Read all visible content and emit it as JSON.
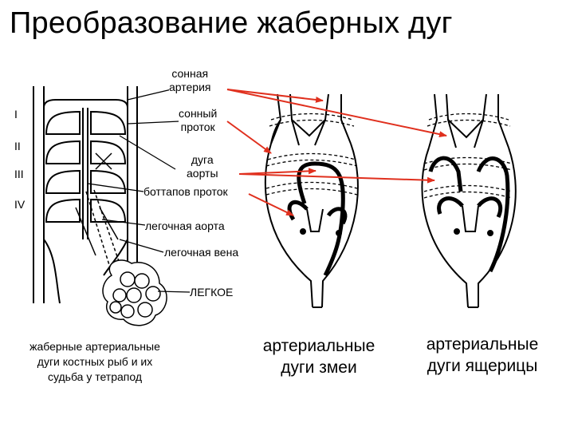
{
  "title": "Преобразование жаберных дуг",
  "labels": {
    "carotid_artery": [
      "сонная",
      "артерия"
    ],
    "carotid_duct": [
      "сонный",
      "проток"
    ],
    "aortic_arch": [
      "дуга",
      "аорты"
    ],
    "botallo_duct": "боттапов проток",
    "pulmonary_aorta": "легочная аорта",
    "pulmonary_vein": "легочная вена",
    "lung": "ЛЕГКОЕ"
  },
  "roman_numerals": [
    "I",
    "II",
    "III",
    "IV"
  ],
  "captions": {
    "left": [
      "жаберные артериальные",
      "дуги костных рыб и их",
      "судьба у тетрапод"
    ],
    "middle": [
      "артериальные",
      "дуги змеи"
    ],
    "right": [
      "артериальные",
      "дуги ящерицы"
    ]
  },
  "colors": {
    "arrow": "#e0301e",
    "ink": "#000000"
  }
}
